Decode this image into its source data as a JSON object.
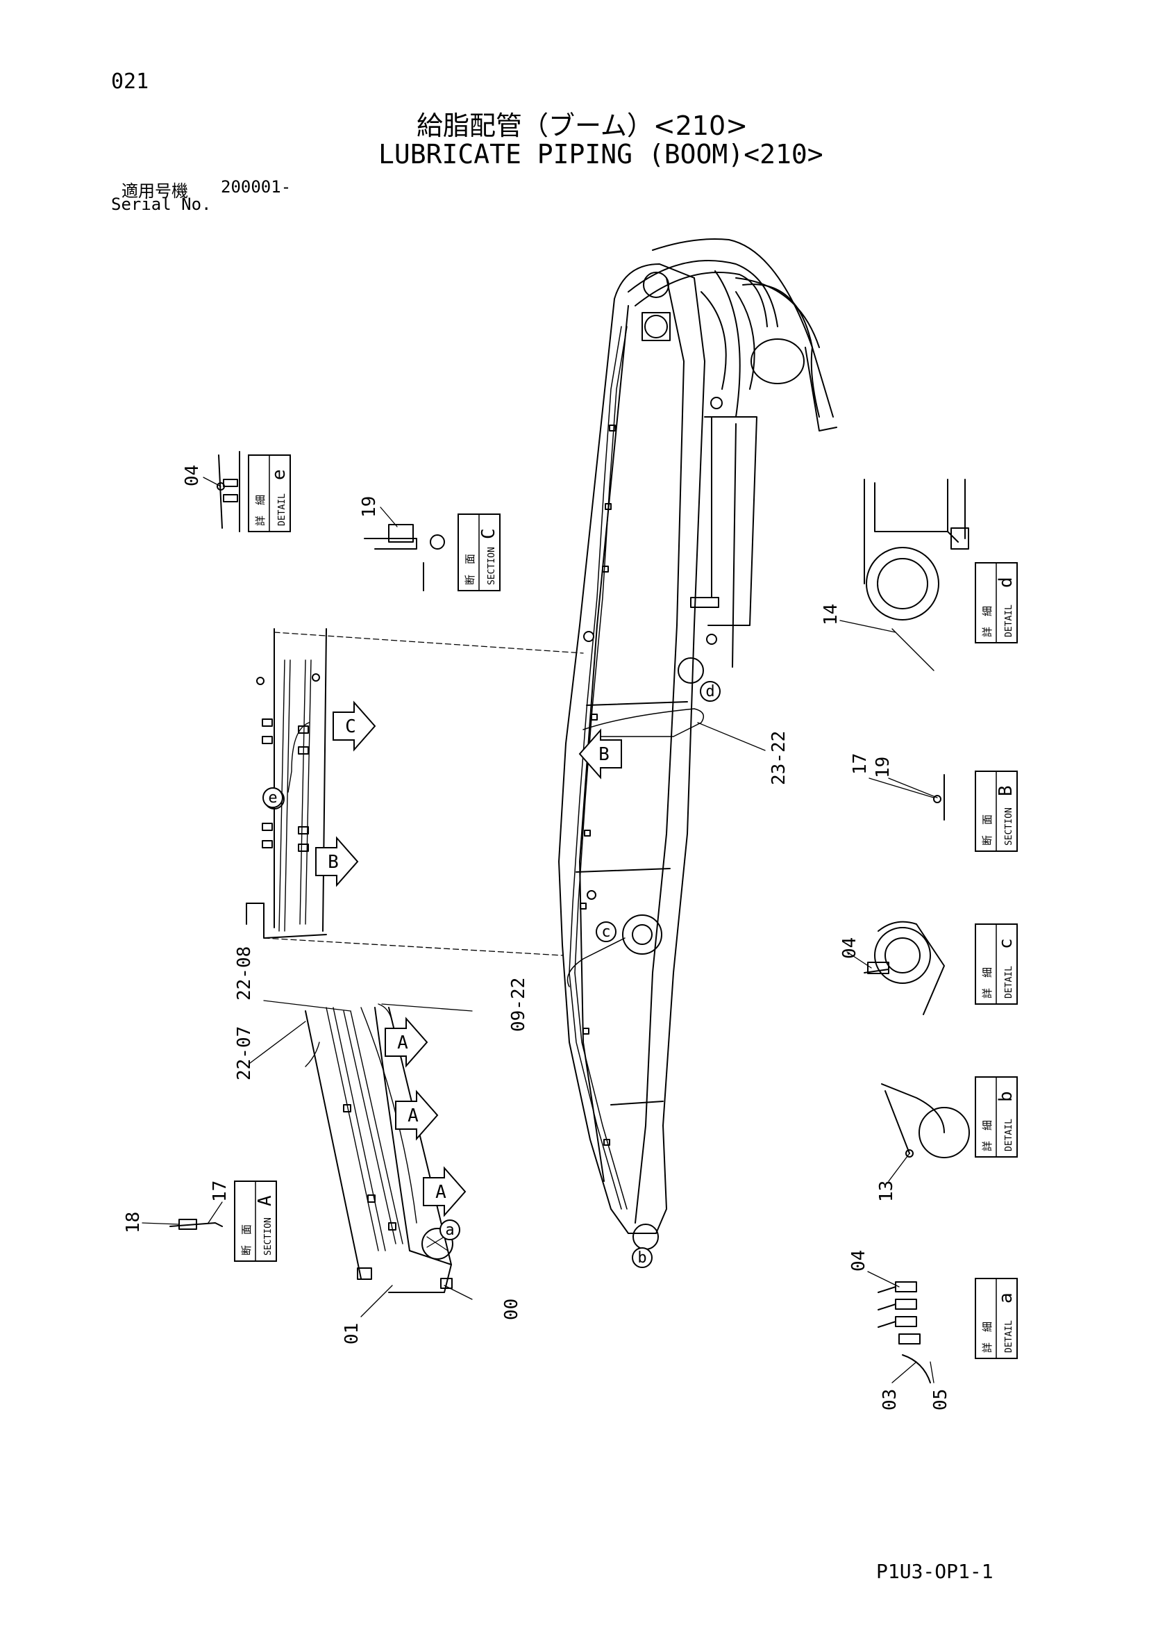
{
  "header": {
    "page_number": "021",
    "title_ja": "給脂配管（ブーム）<210>",
    "title_en": "LUBRICATE PIPING (BOOM)<210>",
    "serial_label_ja": "適用号機",
    "serial_value": "200001-",
    "serial_label_en": "Serial No."
  },
  "footer": {
    "doc_code": "P1U3-OP1-1"
  },
  "detail_boxes": [
    {
      "id": "box-detail-e",
      "ja": "詳　細",
      "en": "DETAIL",
      "letter": "e"
    },
    {
      "id": "box-section-c",
      "ja": "断　面",
      "en": "SECTION",
      "letter": "C"
    },
    {
      "id": "box-detail-d",
      "ja": "詳　細",
      "en": "DETAIL",
      "letter": "d"
    },
    {
      "id": "box-section-b",
      "ja": "断　面",
      "en": "SECTION",
      "letter": "B"
    },
    {
      "id": "box-detail-c",
      "ja": "詳　細",
      "en": "DETAIL",
      "letter": "c"
    },
    {
      "id": "box-detail-b",
      "ja": "詳　細",
      "en": "DETAIL",
      "letter": "b"
    },
    {
      "id": "box-detail-a",
      "ja": "詳　細",
      "en": "DETAIL",
      "letter": "a"
    },
    {
      "id": "box-section-a",
      "ja": "断　面",
      "en": "SECTION",
      "letter": "A"
    }
  ],
  "part_callouts": [
    {
      "id": "callout-04-e",
      "text": "04"
    },
    {
      "id": "callout-19-c",
      "text": "19"
    },
    {
      "id": "callout-14",
      "text": "14"
    },
    {
      "id": "callout-23-22",
      "text": "23-22"
    },
    {
      "id": "callout-17-b",
      "text": "17"
    },
    {
      "id": "callout-19-b",
      "text": "19"
    },
    {
      "id": "callout-04-c",
      "text": "04"
    },
    {
      "id": "callout-13",
      "text": "13"
    },
    {
      "id": "callout-04-a",
      "text": "04"
    },
    {
      "id": "callout-03",
      "text": "03"
    },
    {
      "id": "callout-05",
      "text": "05"
    },
    {
      "id": "callout-22-08",
      "text": "22-08"
    },
    {
      "id": "callout-22-07",
      "text": "22-07"
    },
    {
      "id": "callout-09-22",
      "text": "09-22"
    },
    {
      "id": "callout-18",
      "text": "18"
    },
    {
      "id": "callout-17-a",
      "text": "17"
    },
    {
      "id": "callout-01",
      "text": "01"
    },
    {
      "id": "callout-00",
      "text": "00"
    }
  ],
  "view_markers": [
    {
      "id": "marker-c",
      "text": "C"
    },
    {
      "id": "marker-b-1",
      "text": "B"
    },
    {
      "id": "marker-b-2",
      "text": "B"
    },
    {
      "id": "marker-a-1",
      "text": "A"
    },
    {
      "id": "marker-a-2",
      "text": "A"
    },
    {
      "id": "marker-a-3",
      "text": "A"
    }
  ],
  "detail_circles": [
    {
      "id": "circle-e",
      "text": "e"
    },
    {
      "id": "circle-d",
      "text": "d"
    },
    {
      "id": "circle-c",
      "text": "c"
    },
    {
      "id": "circle-b",
      "text": "b"
    },
    {
      "id": "circle-a",
      "text": "a"
    }
  ]
}
